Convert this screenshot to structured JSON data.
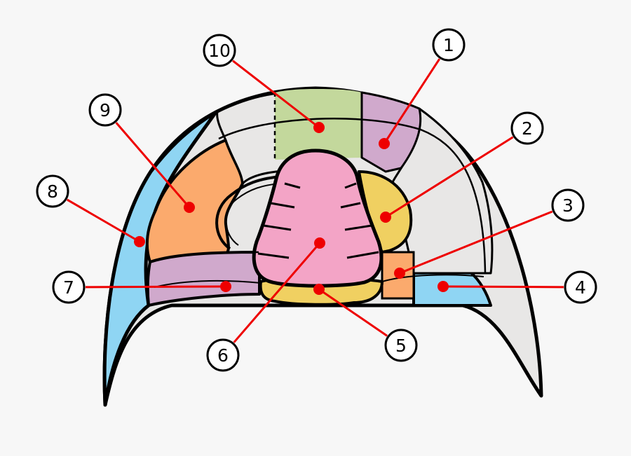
{
  "colors": {
    "background": "#f7f7f7",
    "outline": "#000000",
    "pointer": "#ee0000",
    "gray": "#e8e7e6",
    "green": "#c3d89c",
    "purple": "#d0a9cc",
    "yellow": "#f0d061",
    "orange": "#fbaa6d",
    "blue": "#8fd5f3",
    "pink": "#f3a4c6"
  },
  "labels": [
    {
      "id": "1",
      "text": "1"
    },
    {
      "id": "2",
      "text": "2"
    },
    {
      "id": "3",
      "text": "3"
    },
    {
      "id": "4",
      "text": "4"
    },
    {
      "id": "5",
      "text": "5"
    },
    {
      "id": "6",
      "text": "6"
    },
    {
      "id": "7",
      "text": "7"
    },
    {
      "id": "8",
      "text": "8"
    },
    {
      "id": "9",
      "text": "9"
    },
    {
      "id": "10",
      "text": "10"
    }
  ]
}
